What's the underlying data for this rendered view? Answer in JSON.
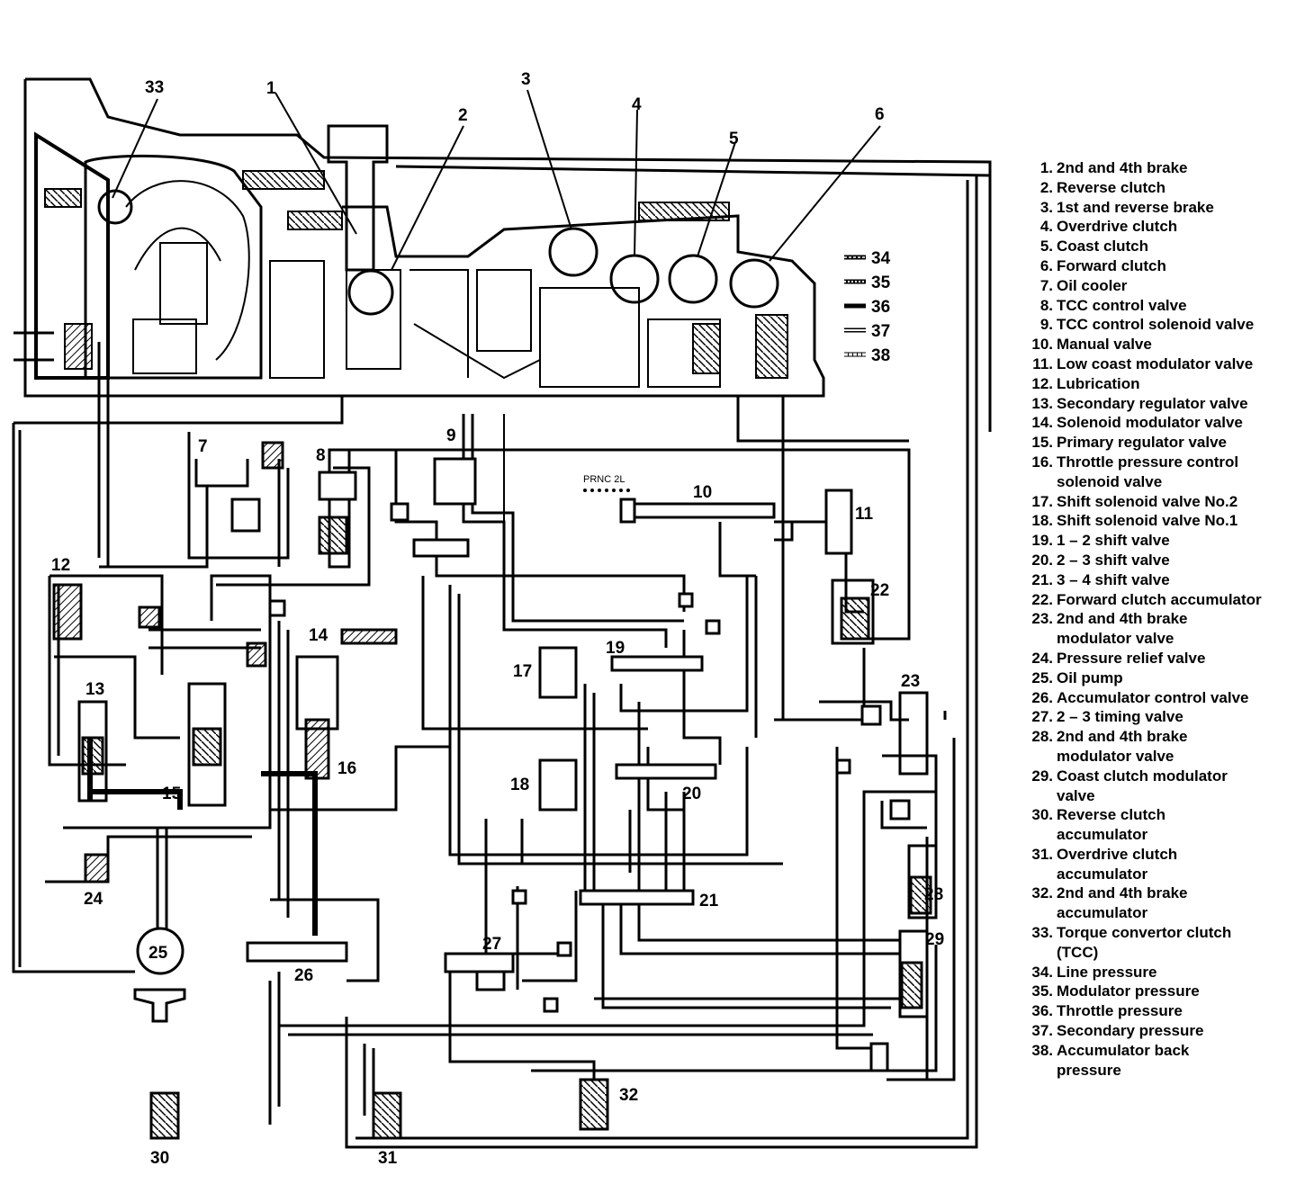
{
  "callouts": {
    "c1": "1",
    "c2": "2",
    "c3": "3",
    "c4": "4",
    "c5": "5",
    "c6": "6",
    "c7": "7",
    "c8": "8",
    "c9": "9",
    "c10": "10",
    "c11": "11",
    "c12": "12",
    "c13": "13",
    "c14": "14",
    "c15": "15",
    "c16": "16",
    "c17": "17",
    "c18": "18",
    "c19": "19",
    "c20": "20",
    "c21": "21",
    "c22": "22",
    "c23": "23",
    "c24": "24",
    "c25": "25",
    "c26": "26",
    "c27": "27",
    "c28": "28",
    "c29": "29",
    "c30": "30",
    "c31": "31",
    "c32": "32",
    "c33": "33"
  },
  "selector_label": "PRNC 2L",
  "pressure_patterns": [
    {
      "number": "34",
      "style": "line"
    },
    {
      "number": "35",
      "style": "modulator"
    },
    {
      "number": "36",
      "style": "throttle"
    },
    {
      "number": "37",
      "style": "secondary"
    },
    {
      "number": "38",
      "style": "accumulator-back"
    }
  ],
  "legend": [
    {
      "num": "1.",
      "text": "2nd and 4th brake"
    },
    {
      "num": "2.",
      "text": "Reverse clutch"
    },
    {
      "num": "3.",
      "text": "1st and reverse brake"
    },
    {
      "num": "4.",
      "text": "Overdrive clutch"
    },
    {
      "num": "5.",
      "text": "Coast clutch"
    },
    {
      "num": "6.",
      "text": "Forward clutch"
    },
    {
      "num": "7.",
      "text": "Oil cooler"
    },
    {
      "num": "8.",
      "text": "TCC control valve"
    },
    {
      "num": "9.",
      "text": "TCC control solenoid valve"
    },
    {
      "num": "10.",
      "text": "Manual valve"
    },
    {
      "num": "11.",
      "text": "Low coast modulator valve"
    },
    {
      "num": "12.",
      "text": "Lubrication"
    },
    {
      "num": "13.",
      "text": "Secondary regulator valve"
    },
    {
      "num": "14.",
      "text": "Solenoid modulator valve"
    },
    {
      "num": "15.",
      "text": "Primary regulator valve"
    },
    {
      "num": "16.",
      "text": "Throttle pressure control"
    },
    {
      "num": "",
      "text": "solenoid valve"
    },
    {
      "num": "17.",
      "text": "Shift solenoid valve No.2"
    },
    {
      "num": "18.",
      "text": "Shift solenoid valve No.1"
    },
    {
      "num": "19.",
      "text": "1 – 2 shift valve"
    },
    {
      "num": "20.",
      "text": "2 – 3 shift valve"
    },
    {
      "num": "21.",
      "text": "3 – 4 shift valve"
    },
    {
      "num": "22.",
      "text": "Forward clutch accumulator"
    },
    {
      "num": "23.",
      "text": "2nd and 4th brake"
    },
    {
      "num": "",
      "text": "modulator valve"
    },
    {
      "num": "24.",
      "text": "Pressure relief valve"
    },
    {
      "num": "25.",
      "text": "Oil pump"
    },
    {
      "num": "26.",
      "text": "Accumulator control valve"
    },
    {
      "num": "27.",
      "text": "2 – 3 timing valve"
    },
    {
      "num": "28.",
      "text": "2nd and 4th brake"
    },
    {
      "num": "",
      "text": "modulator valve"
    },
    {
      "num": "29.",
      "text": "Coast clutch modulator"
    },
    {
      "num": "",
      "text": "valve"
    },
    {
      "num": "30.",
      "text": "Reverse clutch"
    },
    {
      "num": "",
      "text": "accumulator"
    },
    {
      "num": "31.",
      "text": "Overdrive clutch"
    },
    {
      "num": "",
      "text": "accumulator"
    },
    {
      "num": "32.",
      "text": "2nd and 4th brake"
    },
    {
      "num": "",
      "text": "accumulator"
    },
    {
      "num": "33.",
      "text": "Torque convertor clutch"
    },
    {
      "num": "",
      "text": "(TCC)"
    },
    {
      "num": "34.",
      "text": "Line pressure"
    },
    {
      "num": "35.",
      "text": "Modulator pressure"
    },
    {
      "num": "36.",
      "text": "Throttle pressure"
    },
    {
      "num": "37.",
      "text": "Secondary pressure"
    },
    {
      "num": "38.",
      "text": "Accumulator back"
    },
    {
      "num": "",
      "text": "pressure"
    }
  ]
}
